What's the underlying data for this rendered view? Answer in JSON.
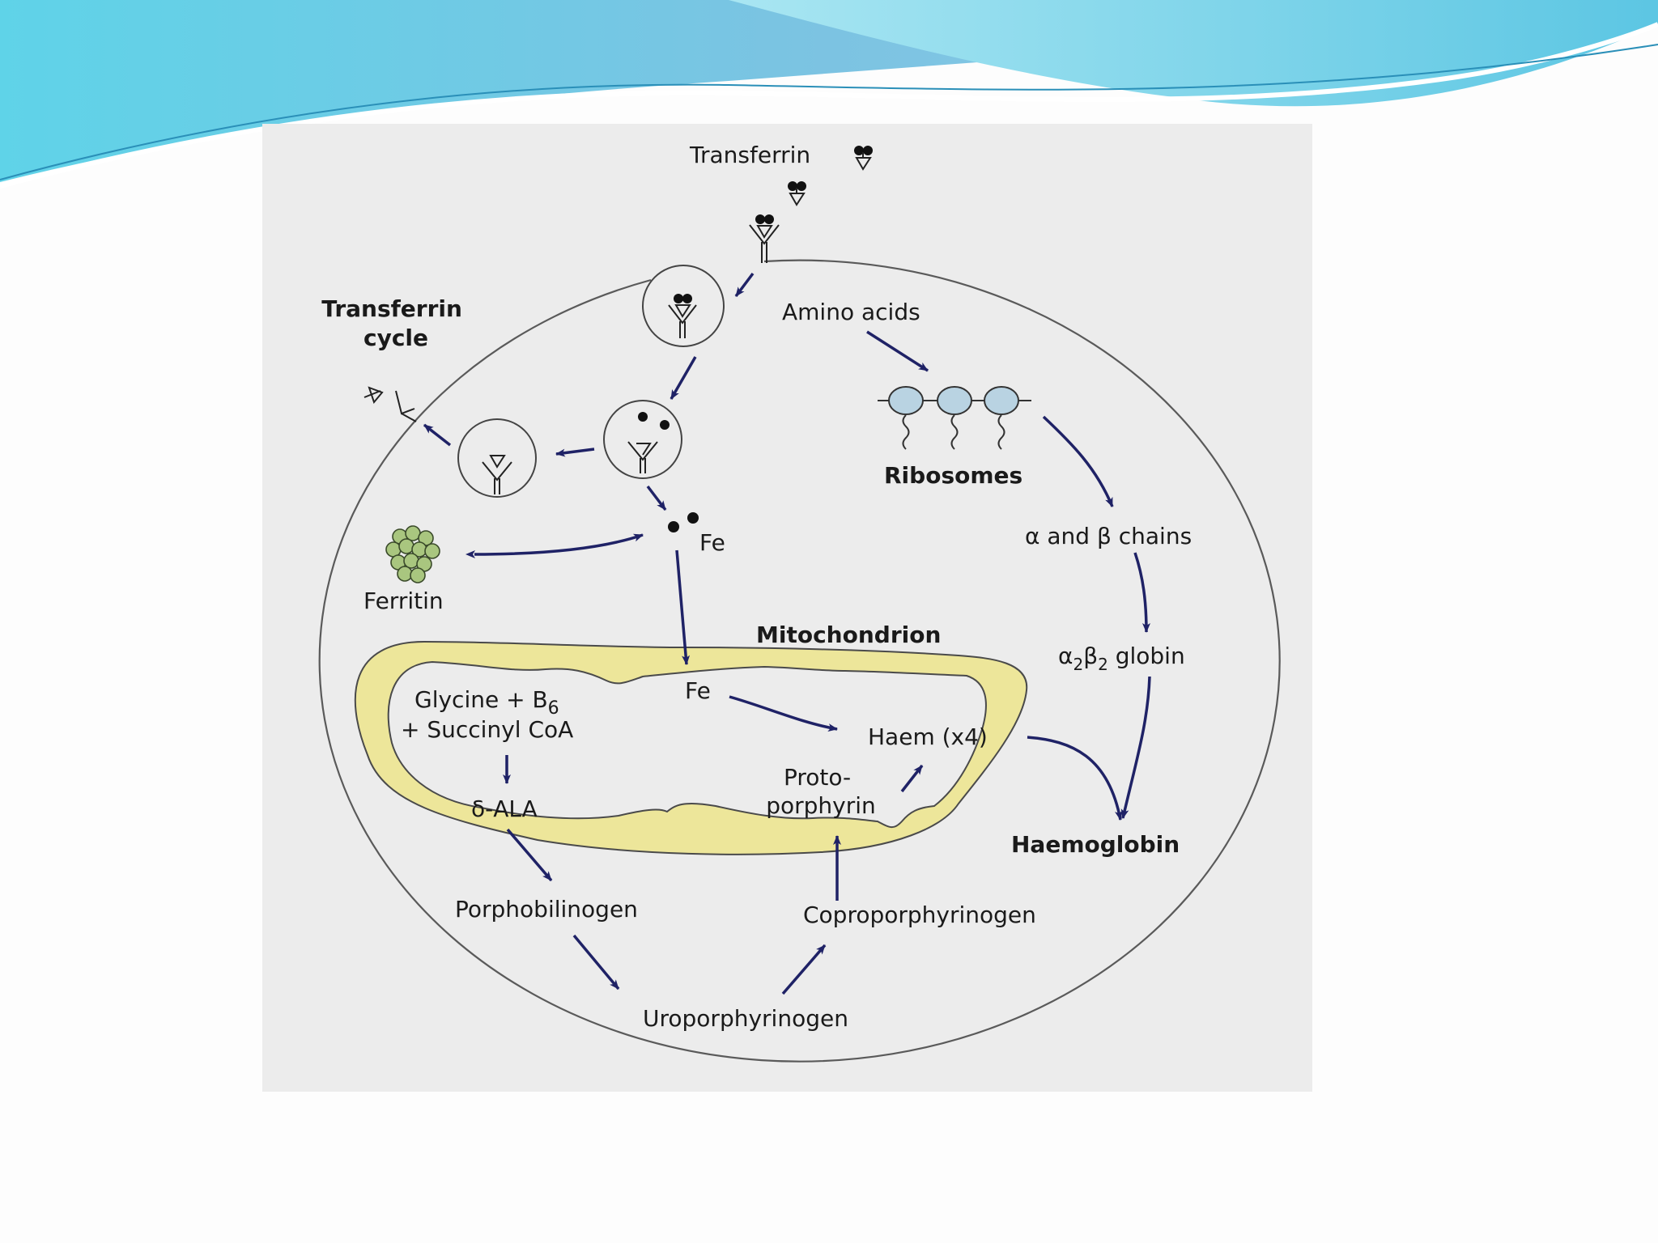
{
  "diagram": {
    "labels": {
      "transferrin": "Transferrin",
      "transferrin_cycle_1": "Transferrin",
      "transferrin_cycle_2": "cycle",
      "amino_acids": "Amino acids",
      "ribosomes": "Ribosomes",
      "chains_a": "α",
      "chains_mid": "and",
      "chains_b": "β",
      "chains_end": "chains",
      "globin_a": "α",
      "globin_sub1": "2",
      "globin_b": "β",
      "globin_sub2": "2",
      "globin_word": "globin",
      "fe_cytoplasm": "Fe",
      "ferritin": "Ferritin",
      "mitochondrion": "Mitochondrion",
      "fe_mito": "Fe",
      "glycine": "Glycine + B",
      "glycine_sub": "6",
      "succinyl": "+ Succinyl CoA",
      "ala": "δ-ALA",
      "haem": "Haem (x4)",
      "proto_1": "Proto-",
      "proto_2": "porphyrin",
      "haemoglobin": "Haemoglobin",
      "porphobilinogen": "Porphobilinogen",
      "coproporphyrinogen": "Coproporphyrinogen",
      "uroporphyrinogen": "Uroporphyrinogen"
    },
    "colors": {
      "arrow": "#1f2266",
      "mitochondrion_fill": "#ede69a",
      "ribosome_fill": "#b9d3e2",
      "ferritin_fill": "#a9c67f",
      "figure_background": "#ececec"
    }
  }
}
